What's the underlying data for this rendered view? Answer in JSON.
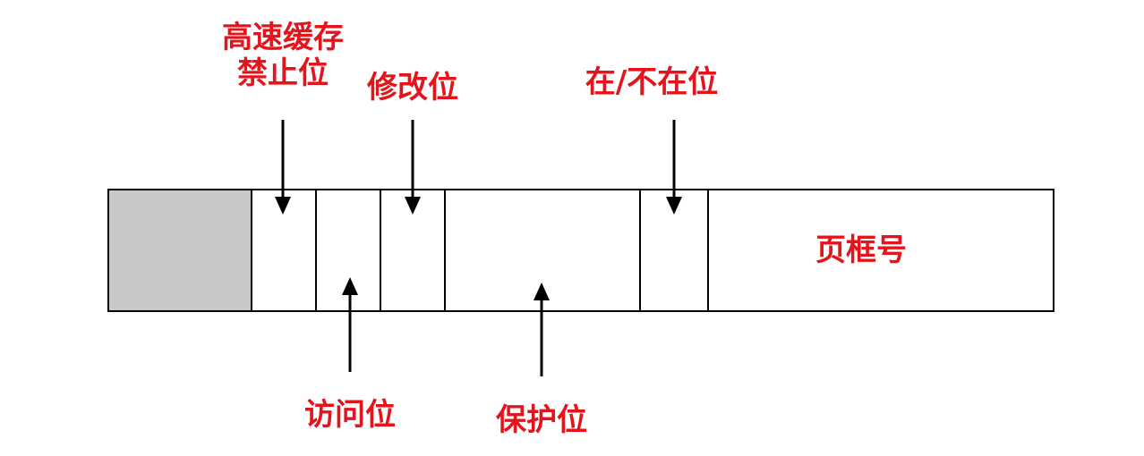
{
  "labels": {
    "cache_disable": [
      "高速缓存",
      "禁止位"
    ],
    "modified": "修改位",
    "present": "在/不在位",
    "referenced": "访问位",
    "protection": "保护位",
    "page_frame": "页框号"
  },
  "colors": {
    "label_red": "#e3141b",
    "reserved_gray": "#c8c8c8",
    "line": "#000000"
  }
}
